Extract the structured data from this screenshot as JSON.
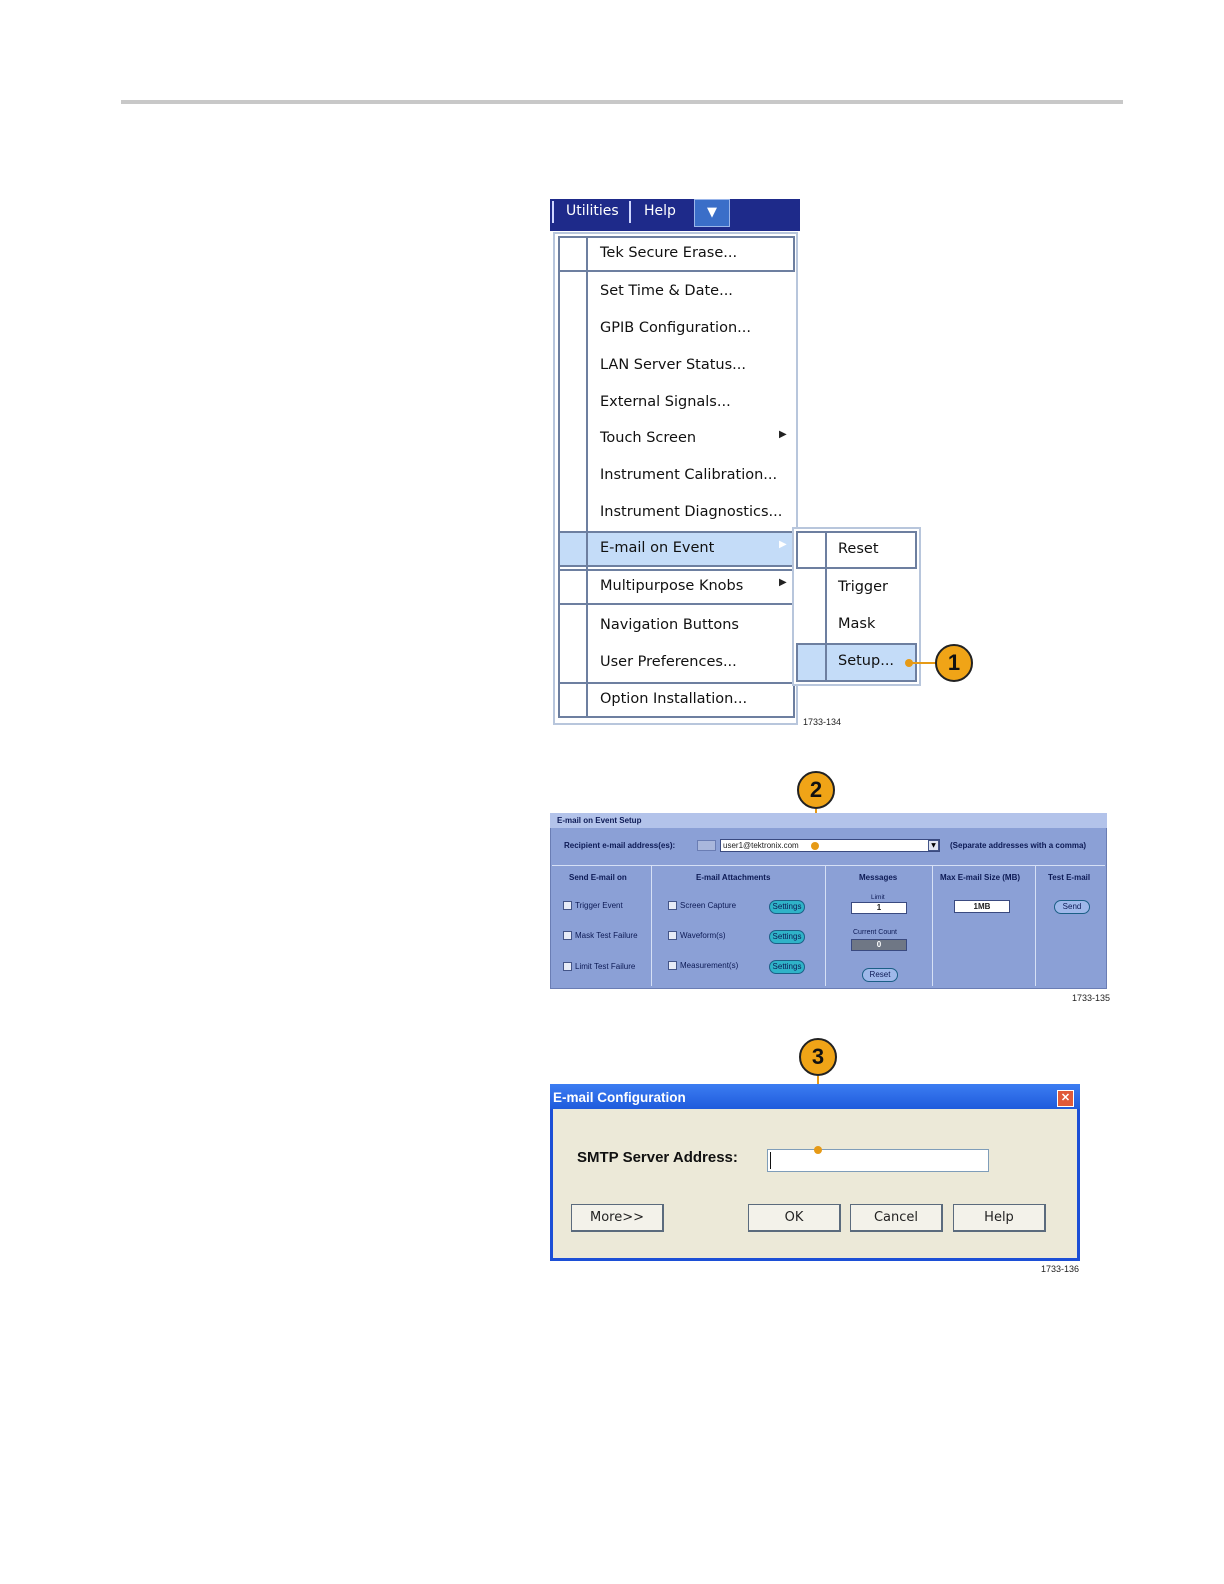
{
  "figure1": {
    "menubar": {
      "items": [
        "Utilities",
        "Help"
      ],
      "dropdown_glyph": "▼"
    },
    "menu_items": [
      {
        "label": "Tek Secure Erase...",
        "has_submenu": false
      },
      {
        "label": "Set Time & Date...",
        "has_submenu": false
      },
      {
        "label": "GPIB Configuration...",
        "has_submenu": false
      },
      {
        "label": "LAN Server Status...",
        "has_submenu": false
      },
      {
        "label": "External Signals...",
        "has_submenu": false
      },
      {
        "label": "Touch Screen",
        "has_submenu": true
      },
      {
        "label": "Instrument Calibration...",
        "has_submenu": false
      },
      {
        "label": "Instrument Diagnostics...",
        "has_submenu": false
      },
      {
        "label": "E-mail on Event",
        "has_submenu": true,
        "highlighted": true
      },
      {
        "label": "Multipurpose Knobs",
        "has_submenu": true
      },
      {
        "label": "Navigation Buttons",
        "has_submenu": false
      },
      {
        "label": "User Preferences...",
        "has_submenu": false
      },
      {
        "label": "Option Installation...",
        "has_submenu": false
      }
    ],
    "submenu_items": [
      {
        "label": "Reset"
      },
      {
        "label": "Trigger"
      },
      {
        "label": "Mask"
      },
      {
        "label": "Setup...",
        "highlighted": true
      }
    ],
    "callout": "1",
    "figure_id": "1733-134"
  },
  "figure2": {
    "title": "E-mail on Event Setup",
    "recipient_label": "Recipient e-mail address(es):",
    "recipient_value": "user1@tektronix.com",
    "separator_note": "(Separate addresses with a comma)",
    "send_on": {
      "header": "Send E-mail on",
      "items": [
        "Trigger Event",
        "Mask Test Failure",
        "Limit Test Failure"
      ]
    },
    "attachments": {
      "header": "E-mail Attachments",
      "items": [
        "Screen Capture",
        "Waveform(s)",
        "Measurement(s)"
      ],
      "settings_label": "Settings"
    },
    "messages": {
      "header": "Messages",
      "limit_label": "Limit",
      "limit_value": "1",
      "current_count_label": "Current Count",
      "current_count_value": "0",
      "reset_label": "Reset"
    },
    "max_size": {
      "header": "Max E-mail Size (MB)",
      "value": "1MB"
    },
    "test_email": {
      "header": "Test E-mail",
      "send_label": "Send"
    },
    "callout": "2",
    "figure_id": "1733-135"
  },
  "figure3": {
    "title": "E-mail Configuration",
    "close_glyph": "✕",
    "smtp_label": "SMTP Server Address:",
    "smtp_value": "",
    "buttons": {
      "more": "More>>",
      "ok": "OK",
      "cancel": "Cancel",
      "help": "Help"
    },
    "callout": "3",
    "figure_id": "1733-136"
  },
  "colors": {
    "menubar": "#1e2a8a",
    "highlight": "#c4dcf8",
    "callout": "#f0a417",
    "panel": "#8ba0d6",
    "dialog_title": "#1f5bdc"
  }
}
